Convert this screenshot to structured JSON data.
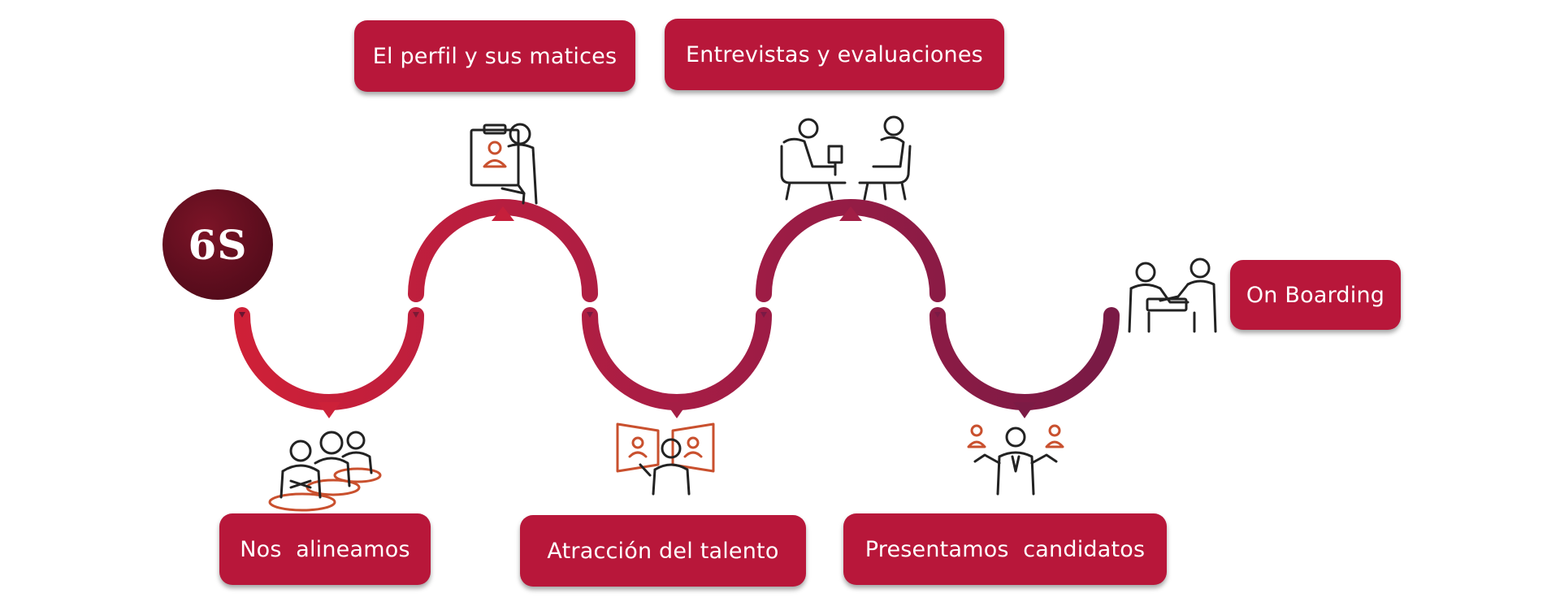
{
  "brand": {
    "logo_text": "6S"
  },
  "steps": {
    "top": [
      {
        "label": "El perfil y sus matices",
        "icon": "profile-presentation-icon"
      },
      {
        "label": "Entrevistas y evaluaciones",
        "icon": "interview-icon"
      }
    ],
    "bottom": [
      {
        "label": "Nos  alineamos",
        "icon": "team-alignment-icon"
      },
      {
        "label": "Atracción del talento",
        "icon": "talent-attraction-icon"
      },
      {
        "label": "Presentamos  candidatos",
        "icon": "candidates-presentation-icon"
      }
    ],
    "final": {
      "label": "On Boarding",
      "icon": "handshake-icon"
    }
  },
  "colors": {
    "label_bg": "#b8173a",
    "logo_bg": "#5b0d1d",
    "wave_start": "#cf2037",
    "wave_mid": "#a81d45",
    "wave_end": "#7a1a45",
    "icon_stroke": "#222222",
    "icon_accent": "#c9502e"
  }
}
